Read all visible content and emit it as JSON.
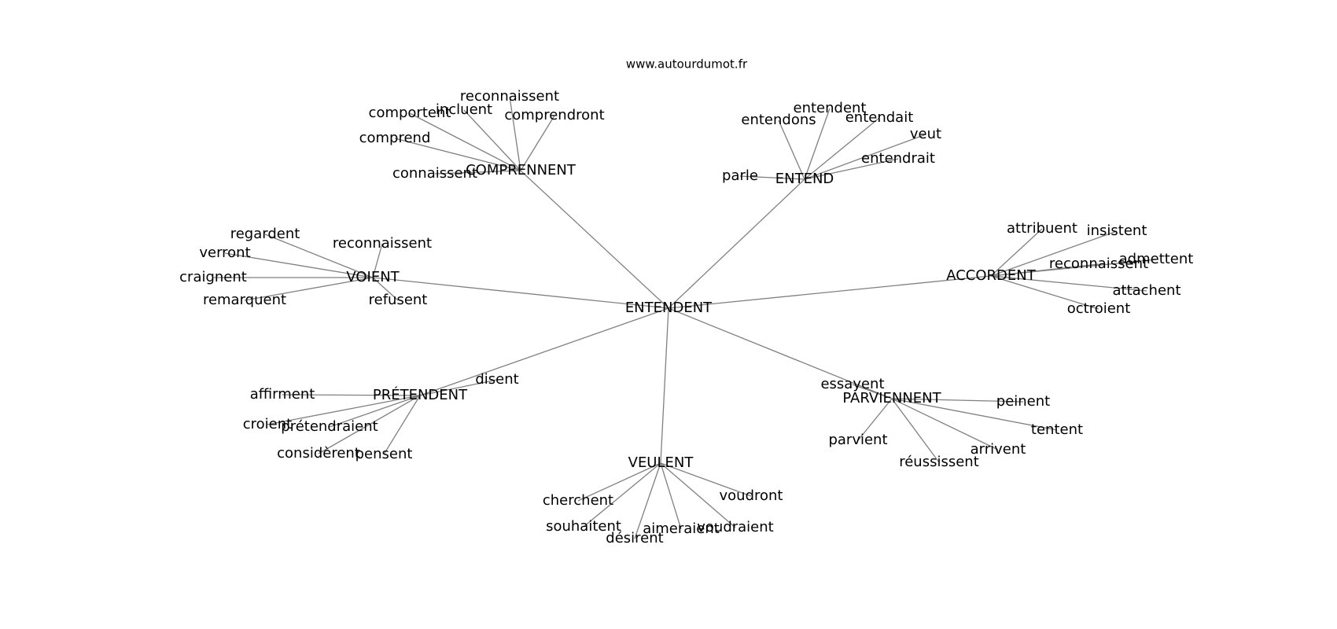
{
  "source": "www.autourdumot.fr",
  "colors": {
    "edge": "#808080",
    "text": "#000000",
    "background": "#ffffff"
  },
  "graph": {
    "center": "ENTENDENT",
    "clusters": [
      {
        "hub": "COMPRENNENT",
        "leaves": [
          "reconnaissent",
          "incluent",
          "comportent",
          "comprendront",
          "comprend",
          "connaissent"
        ]
      },
      {
        "hub": "ENTEND",
        "leaves": [
          "entendent",
          "entendons",
          "entendait",
          "veut",
          "entendrait",
          "parle"
        ]
      },
      {
        "hub": "VOIENT",
        "leaves": [
          "regardent",
          "reconnaissent",
          "verront",
          "craignent",
          "remarquent",
          "refusent"
        ]
      },
      {
        "hub": "ACCORDENT",
        "leaves": [
          "attribuent",
          "insistent",
          "admettent",
          "reconnaissent",
          "attachent",
          "octroient"
        ]
      },
      {
        "hub": "PRÉTENDENT",
        "leaves": [
          "disent",
          "affirment",
          "croient",
          "prétendraient",
          "considèrent",
          "pensent"
        ]
      },
      {
        "hub": "PARVIENNENT",
        "leaves": [
          "essayent",
          "peinent",
          "tentent",
          "parvient",
          "arrivent",
          "réussissent"
        ]
      },
      {
        "hub": "VEULENT",
        "leaves": [
          "voudront",
          "cherchent",
          "souhaitent",
          "désirent",
          "aimeraient",
          "voudraient"
        ]
      }
    ]
  }
}
